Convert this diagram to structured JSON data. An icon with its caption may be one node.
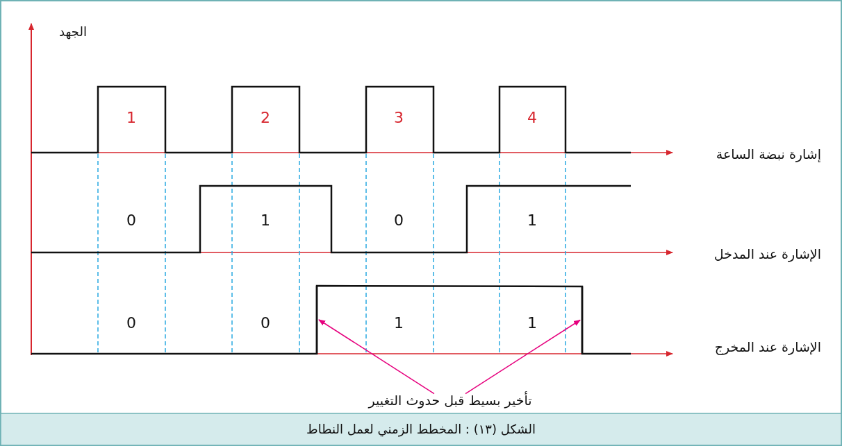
{
  "diagram": {
    "caption": "الشكل (١٣) : المخطط الزمني لعمل النطاط",
    "nodes": [
      {
        "text": [
          "تأخير بسيط قبل حدوث التغيير"
        ]
      },
      {
        "text": [],
        "shape": "line"
      },
      {
        "text": [],
        "shape": "line"
      }
    ],
    "edges": [
      {
        "from": 0,
        "to": 1,
        "arrow": "to"
      },
      {
        "from": 0,
        "to": 2,
        "arrow": "to"
      }
    ],
    "labels": [
      "الجهد",
      "1",
      "2",
      "3",
      "4",
      "إشارة نبضة الساعة",
      "0",
      "1",
      "0",
      "1",
      "الإشارة عند المدخل",
      "0",
      "0",
      "1",
      "1",
      "الإشارة عند المخرج"
    ]
  }
}
